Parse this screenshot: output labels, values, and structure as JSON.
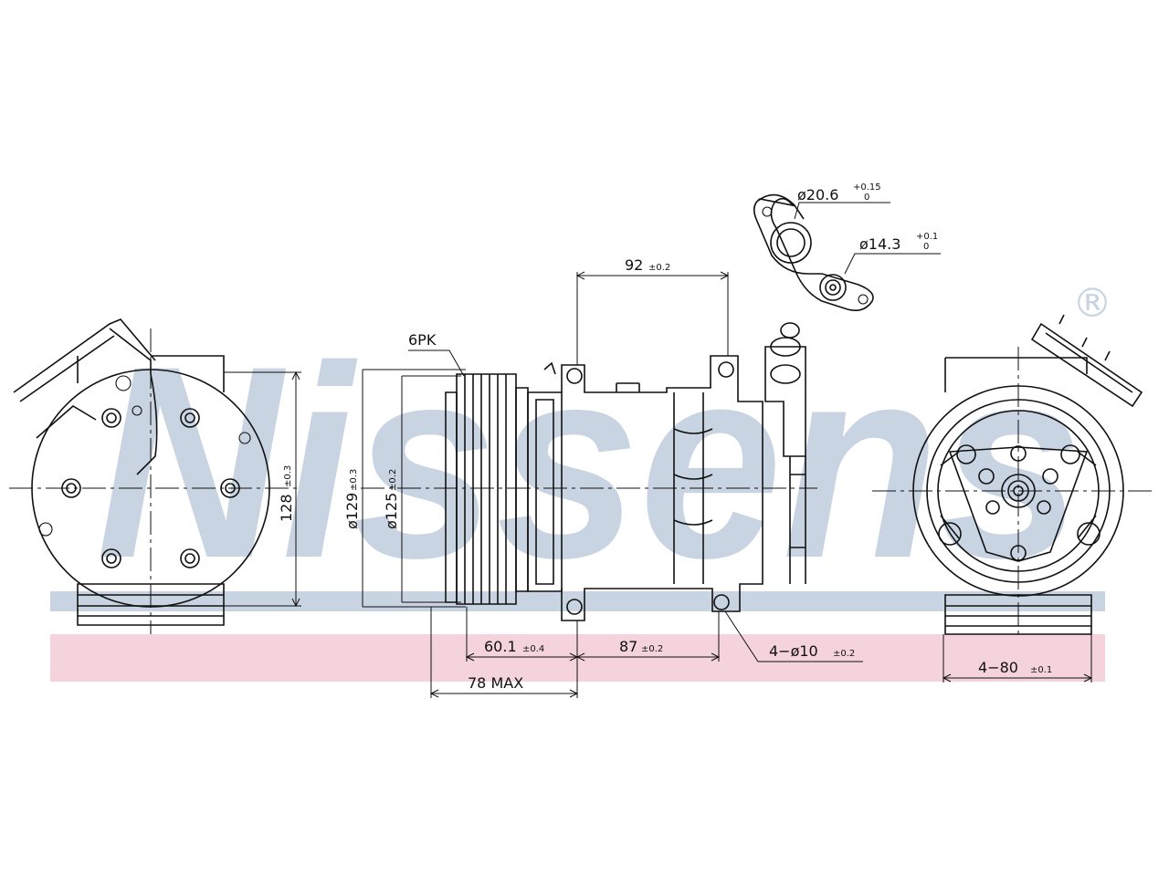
{
  "brand": {
    "watermark": "Nissens",
    "registered_mark": "®",
    "watermark_color": "#c9d4e3",
    "band_color": "#f4d3dc"
  },
  "labels": {
    "belt": "6PK",
    "height": {
      "value": "128",
      "tol": "±0.3"
    },
    "dia_outer": {
      "value": "ø129",
      "tol": "±0.3"
    },
    "dia_inner": {
      "value": "ø125",
      "tol": "±0.2"
    },
    "mount_top": {
      "value": "92",
      "tol": "±0.2"
    },
    "clutch_dist": {
      "value": "60.1",
      "tol": "±0.4"
    },
    "mount_bottom": {
      "value": "87",
      "tol": "±0.2"
    },
    "max_length": "78  MAX",
    "holes": {
      "value": "4−ø10",
      "tol": "±0.2"
    },
    "rear_span": {
      "value": "4−80",
      "tol": "±0.1"
    },
    "port_large": {
      "value": "ø20.6",
      "tol_upper": "+0.15",
      "tol_lower": "0"
    },
    "port_small": {
      "value": "ø14.3",
      "tol_upper": "+0.1",
      "tol_lower": "0"
    }
  }
}
